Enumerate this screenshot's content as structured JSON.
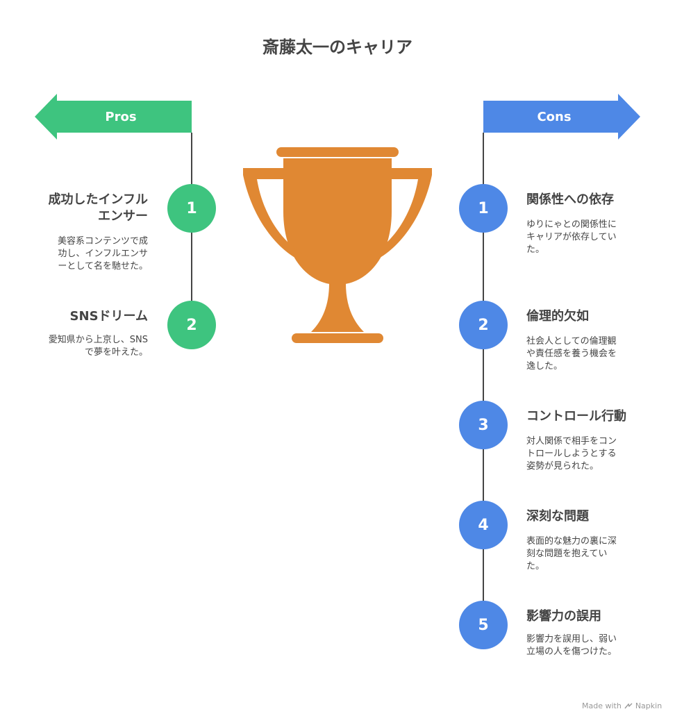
{
  "title": "斎藤太一のキャリア",
  "colors": {
    "pros": "#3EC47F",
    "cons": "#4E88E6",
    "trophy": "#E08833"
  },
  "pros": {
    "label": "Pros",
    "items": [
      {
        "number": "1",
        "heading_lines": [
          "成功したインフル",
          "エンサー"
        ],
        "desc_lines": [
          "美容系コンテンツで成",
          "功し、インフルエンサ",
          "ーとして名を馳せた。"
        ]
      },
      {
        "number": "2",
        "heading_lines": [
          "SNSドリーム"
        ],
        "desc_lines": [
          "愛知県から上京し、SNS",
          "で夢を叶えた。"
        ]
      }
    ]
  },
  "cons": {
    "label": "Cons",
    "items": [
      {
        "number": "1",
        "heading_lines": [
          "関係性への依存"
        ],
        "desc_lines": [
          "ゆりにゃとの関係性に",
          "キャリアが依存してい",
          "た。"
        ]
      },
      {
        "number": "2",
        "heading_lines": [
          "倫理的欠如"
        ],
        "desc_lines": [
          "社会人としての倫理観",
          "や責任感を養う機会を",
          "逸した。"
        ]
      },
      {
        "number": "3",
        "heading_lines": [
          "コントロール行動"
        ],
        "desc_lines": [
          "対人関係で相手をコン",
          "トロールしようとする",
          "姿勢が見られた。"
        ]
      },
      {
        "number": "4",
        "heading_lines": [
          "深刻な問題"
        ],
        "desc_lines": [
          "表面的な魅力の裏に深",
          "刻な問題を抱えてい",
          "た。"
        ]
      },
      {
        "number": "5",
        "heading_lines": [
          "影響力の誤用"
        ],
        "desc_lines": [
          "影響力を誤用し、弱い",
          "立場の人を傷つけた。"
        ]
      }
    ]
  },
  "watermark": {
    "prefix": "Made with",
    "brand": "Napkin"
  }
}
